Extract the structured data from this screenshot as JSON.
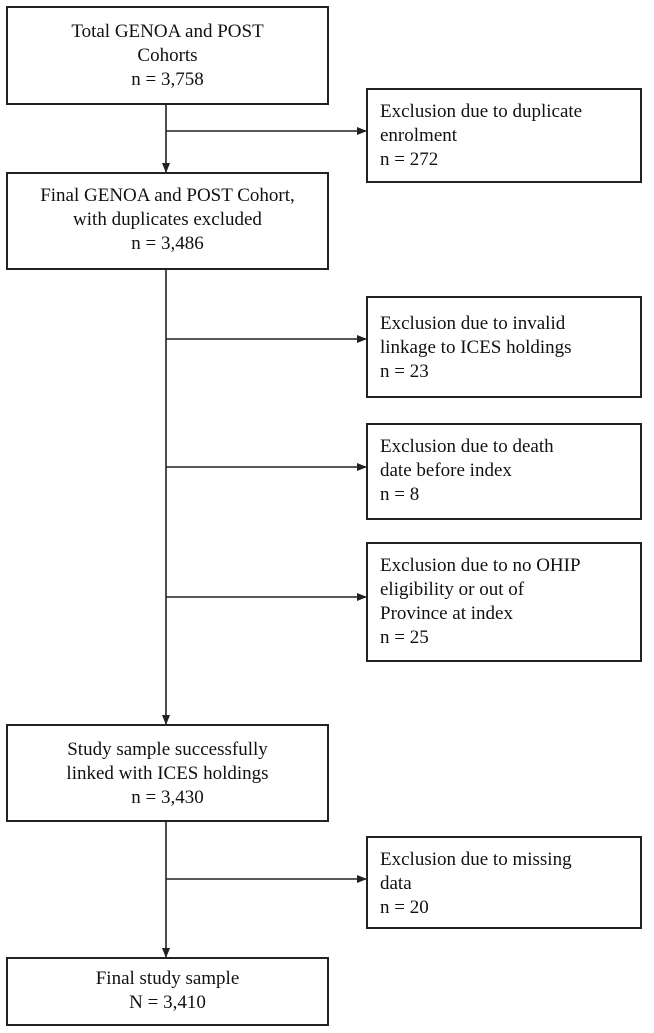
{
  "boxes": {
    "total_cohorts": {
      "lines": [
        "Total GENOA and POST",
        "Cohorts",
        "n = 3,758"
      ]
    },
    "excl_duplicate": {
      "lines": [
        "Exclusion due to duplicate",
        "enrolment",
        "n = 272"
      ]
    },
    "final_cohort": {
      "lines": [
        "Final GENOA and POST Cohort,",
        "with duplicates excluded",
        "n = 3,486"
      ]
    },
    "excl_linkage": {
      "lines": [
        "Exclusion due to invalid",
        "linkage to ICES holdings",
        "n = 23"
      ]
    },
    "excl_death": {
      "lines": [
        "Exclusion due to death",
        "date before index",
        "n = 8"
      ]
    },
    "excl_ohip": {
      "lines": [
        "Exclusion due to no OHIP",
        "eligibility or out of",
        "Province at index",
        "n = 25"
      ]
    },
    "study_sample": {
      "lines": [
        "Study sample successfully",
        "linked with ICES holdings",
        "n = 3,430"
      ]
    },
    "excl_missing": {
      "lines": [
        "Exclusion due to missing",
        "data",
        "n = 20"
      ]
    },
    "final_sample": {
      "lines": [
        "Final study sample",
        "N = 3,410"
      ]
    }
  },
  "line_color": "#222222"
}
